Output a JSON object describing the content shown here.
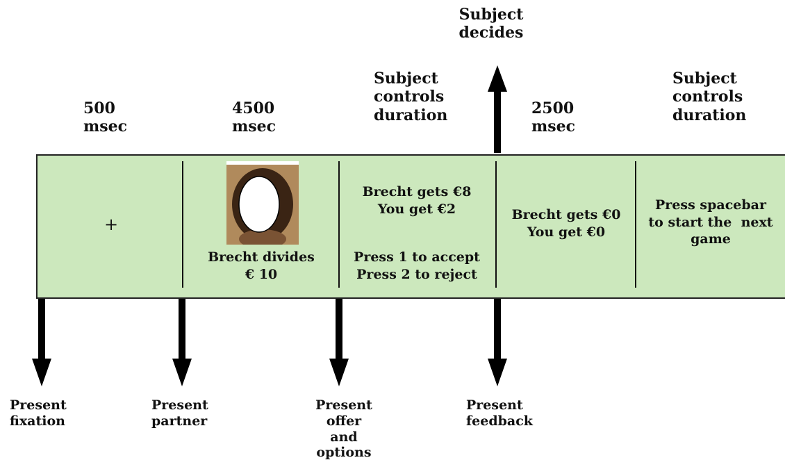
{
  "top_label": "Subject\ndecides",
  "durations": [
    {
      "label": "500\nmsec"
    },
    {
      "label": "4500\nmsec"
    },
    {
      "label": "Subject\ncontrols\nduration"
    },
    {
      "label": "2500\nmsec"
    },
    {
      "label": "Subject\ncontrols\nduration"
    }
  ],
  "screens": {
    "fixation": "+",
    "partner_caption": "Brecht divides\n€ 10",
    "offer": "Brecht gets €8\nYou get €2",
    "options": "Press 1 to accept\nPress 2 to reject",
    "feedback": "Brecht gets €0\nYou get €0",
    "next": "Press spacebar\nto start the  next\ngame"
  },
  "events": [
    {
      "label": "Present\nfixation"
    },
    {
      "label": "Present\npartner"
    },
    {
      "label": "Present\noffer\nand\noptions"
    },
    {
      "label": "Present\nfeedback"
    }
  ],
  "colors": {
    "band": "#cce8bd",
    "arrow": "#000000"
  }
}
